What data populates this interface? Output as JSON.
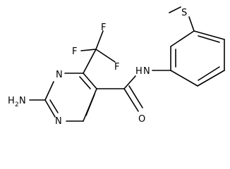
{
  "molecule": {
    "atoms": {
      "s": "S",
      "f_top": "F",
      "f_left": "F",
      "f_right": "F",
      "n_ring_top": "N",
      "n_ring_bottom": "N",
      "amine_h": "H",
      "amine_n": "N",
      "amine_sub": "2",
      "amide_h": "H",
      "amide_n": "N",
      "carbonyl_o": "O"
    }
  }
}
